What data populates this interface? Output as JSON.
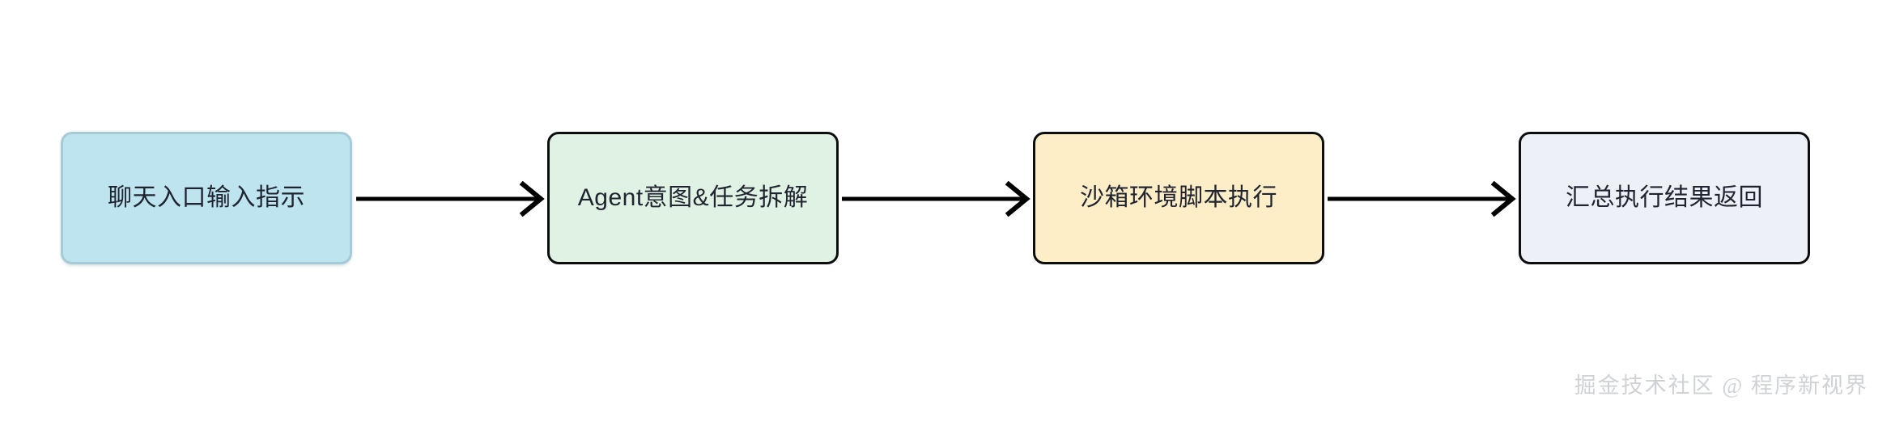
{
  "diagram": {
    "type": "flowchart",
    "direction": "left-to-right",
    "background_color": "#ffffff",
    "nodes": [
      {
        "id": "n1",
        "label": "聊天入口输入指示",
        "fill": "#bde4ef",
        "stroke": "#a4cbd6",
        "text_color": "#1f2430"
      },
      {
        "id": "n2",
        "label": "Agent意图&任务拆解",
        "fill": "#e0f2e3",
        "stroke": "#0b0d0f",
        "text_color": "#1f2430"
      },
      {
        "id": "n3",
        "label": "沙箱环境脚本执行",
        "fill": "#fdeec8",
        "stroke": "#0b0d0f",
        "text_color": "#1f2430"
      },
      {
        "id": "n4",
        "label": "汇总执行结果返回",
        "fill": "#eef0f8",
        "stroke": "#0b0d0f",
        "text_color": "#1f2430"
      }
    ],
    "edges": [
      {
        "id": "e1",
        "from": "n1",
        "to": "n2",
        "label": "",
        "style": "solid-arrow",
        "color": "#000000"
      },
      {
        "id": "e2",
        "from": "n2",
        "to": "n3",
        "label": "",
        "style": "solid-arrow",
        "color": "#000000"
      },
      {
        "id": "e3",
        "from": "n3",
        "to": "n4",
        "label": "",
        "style": "solid-arrow",
        "color": "#000000"
      }
    ]
  },
  "watermark": {
    "text": "掘金技术社区 @ 程序新视界",
    "color": "#cfd2d6"
  }
}
